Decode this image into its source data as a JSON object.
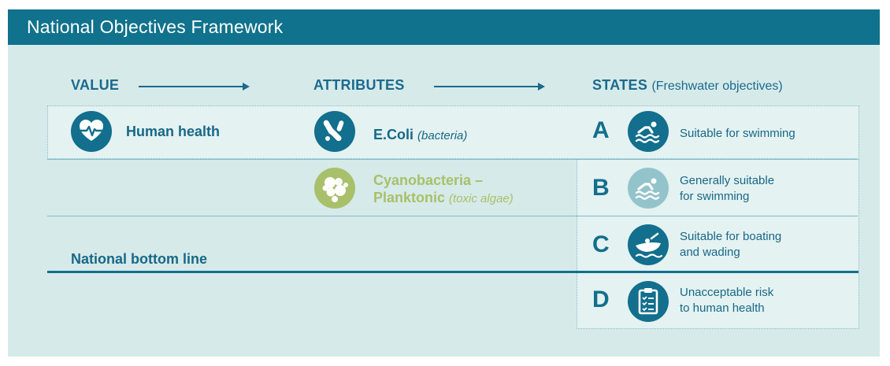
{
  "title": "National Objectives Framework",
  "headers": {
    "value": "VALUE",
    "attributes": "ATTRIBUTES",
    "states": "STATES",
    "states_sub": "(Freshwater objectives)"
  },
  "value": {
    "label": "Human health",
    "icon": "heart-pulse-icon"
  },
  "attributes": [
    {
      "name": "E.Coli",
      "qualifier": "(bacteria)",
      "icon": "bacteria-icon",
      "active": true
    },
    {
      "name_line1": "Cyanobacteria –",
      "name_line2": "Planktonic",
      "qualifier": "(toxic algae)",
      "icon": "algae-cells-icon",
      "active": false
    }
  ],
  "states": [
    {
      "letter": "A",
      "line1": "Suitable for swimming",
      "line2": "",
      "icon": "swimmer-icon"
    },
    {
      "letter": "B",
      "line1": "Generally suitable",
      "line2": "for swimming",
      "icon": "swimmer-icon"
    },
    {
      "letter": "C",
      "line1": "Suitable for boating",
      "line2": "and wading",
      "icon": "boat-icon"
    },
    {
      "letter": "D",
      "line1": "Unacceptable risk",
      "line2": "to human health",
      "icon": "clipboard-checklist-icon"
    }
  ],
  "national_bottom_line": "National bottom line",
  "colors": {
    "titlebar": "#10728c",
    "background": "#d6eae9",
    "accent": "#126f8d",
    "muted_green": "#a8c06a",
    "muted_teal": "#94c4cb"
  }
}
